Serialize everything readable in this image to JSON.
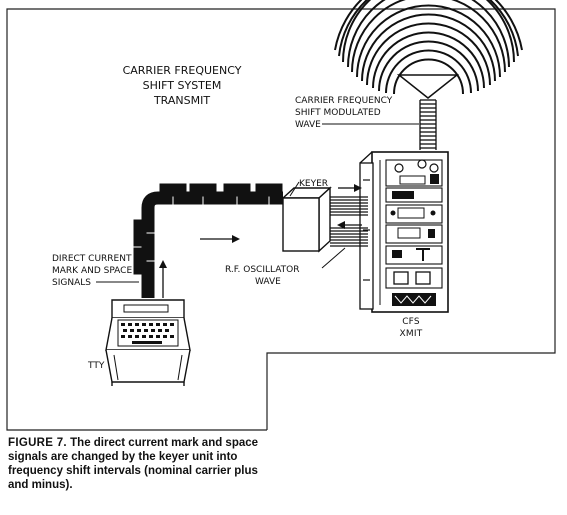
{
  "title": {
    "line1": "CARRIER FREQUENCY",
    "line2": "SHIFT SYSTEM",
    "line3": "TRANSMIT"
  },
  "labels": {
    "modulated_wave_1": "CARRIER FREQUENCY",
    "modulated_wave_2": "SHIFT MODULATED",
    "modulated_wave_3": "WAVE",
    "keyer": "KEYER",
    "dc_signals_1": "DIRECT CURRENT",
    "dc_signals_2": "MARK AND SPACE",
    "dc_signals_3": "SIGNALS",
    "rf_osc_1": "R.F. OSCILLATOR",
    "rf_osc_2": "WAVE",
    "tty": "TTY",
    "cfs_1": "CFS",
    "cfs_2": "XMIT"
  },
  "caption": {
    "figure": "FIGURE 7.",
    "text": "The direct current mark and space signals are changed by the keyer unit into frequency shift intervals (nominal carrier plus and minus)."
  }
}
